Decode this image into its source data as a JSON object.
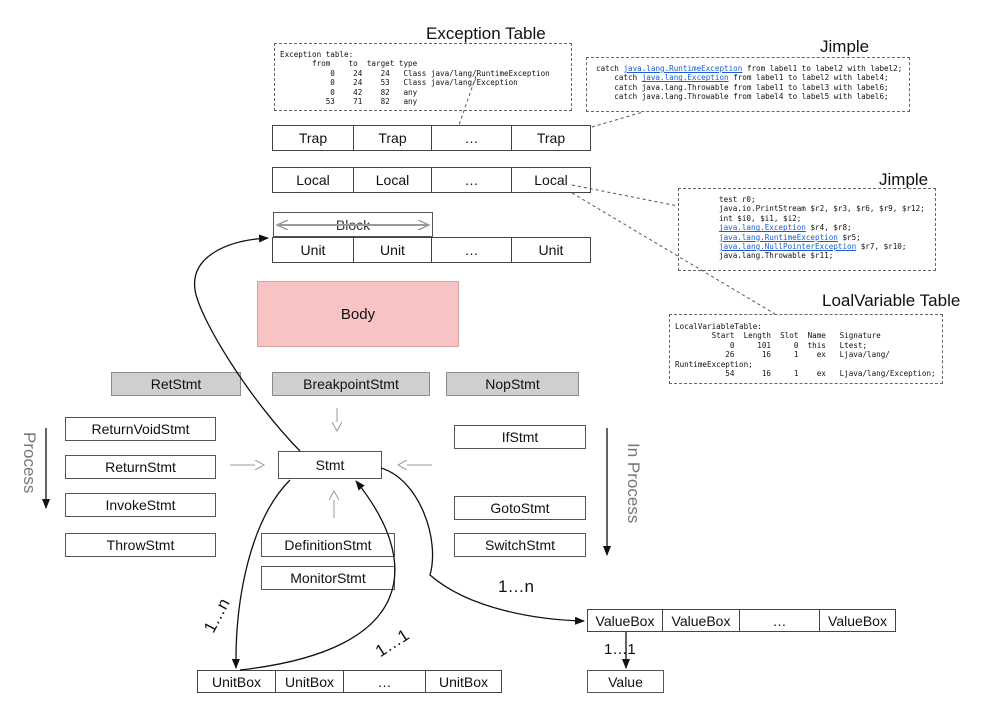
{
  "titles": {
    "exception_table": "Exception Table",
    "jimple_top": "Jimple",
    "jimple_mid": "Jimple",
    "local_variable_table": "LoalVariable Table"
  },
  "exception_table_code": [
    "Exception table:",
    "       from    to  target type",
    "           0    24    24   Class java/lang/RuntimeException",
    "           0    24    53   Class java/lang/Exception",
    "           0    42    82   any",
    "          53    71    82   any"
  ],
  "jimple_catch": [
    {
      "pre": "catch ",
      "link": "java.lang.RuntimeException",
      "post": " from label1 to label2 with label2;"
    },
    {
      "pre": "    catch ",
      "link": "java.lang.Exception",
      "post": " from label1 to label2 with label4;"
    },
    {
      "pre": "    catch java.lang.Throwable from label1 to label3 with label6;",
      "link": "",
      "post": ""
    },
    {
      "pre": "    catch java.lang.Throwable from label4 to label5 with label6;",
      "link": "",
      "post": ""
    }
  ],
  "jimple_locals": [
    {
      "pre": "test r0;",
      "link": "",
      "post": ""
    },
    {
      "pre": "java.io.PrintStream $r2, $r3, $r6, $r9, $r12;",
      "link": "",
      "post": ""
    },
    {
      "pre": "int $i0, $i1, $i2;",
      "link": "",
      "post": ""
    },
    {
      "pre": "",
      "link": "java.lang.Exception",
      "post": " $r4, $r8;"
    },
    {
      "pre": "",
      "link": "java.lang.RuntimeException",
      "post": " $r5;"
    },
    {
      "pre": "",
      "link": "java.lang.NullPointerException",
      "post": " $r7, $r10;"
    },
    {
      "pre": "java.lang.Throwable $r11;",
      "link": "",
      "post": ""
    }
  ],
  "local_variable_code": [
    "LocalVariableTable:",
    "        Start  Length  Slot  Name   Signature",
    "            0     101     0  this   Ltest;",
    "           26      16     1    ex   Ljava/lang/",
    "RuntimeException;",
    "           54      16     1    ex   Ljava/lang/Exception;"
  ],
  "trap_row": [
    "Trap",
    "Trap",
    "…",
    "Trap"
  ],
  "local_row": [
    "Local",
    "Local",
    "…",
    "Local"
  ],
  "block_label": "Block",
  "unit_row": [
    "Unit",
    "Unit",
    "…",
    "Unit"
  ],
  "body_label": "Body",
  "gray_stmts": [
    "RetStmt",
    "BreakpointStmt",
    "NopStmt"
  ],
  "left_stmts": [
    "ReturnVoidStmt",
    "ReturnStmt",
    "InvokeStmt",
    "ThrowStmt"
  ],
  "right_stmts": [
    "IfStmt",
    "GotoStmt",
    "SwitchStmt"
  ],
  "center_stmt": "Stmt",
  "lower_stmts": [
    "DefinitionStmt",
    "MonitorStmt"
  ],
  "process_label": "Process",
  "in_process_label": "In Process",
  "valuebox_row": [
    "ValueBox",
    "ValueBox",
    "…",
    "ValueBox"
  ],
  "unitbox_row": [
    "UnitBox",
    "UnitBox",
    "…",
    "UnitBox"
  ],
  "value_label": "Value",
  "multiplicity": {
    "unitbox_many": "1…n",
    "unitbox_one": "1…1",
    "valuebox_many": "1…n",
    "value_one": "1…1"
  }
}
